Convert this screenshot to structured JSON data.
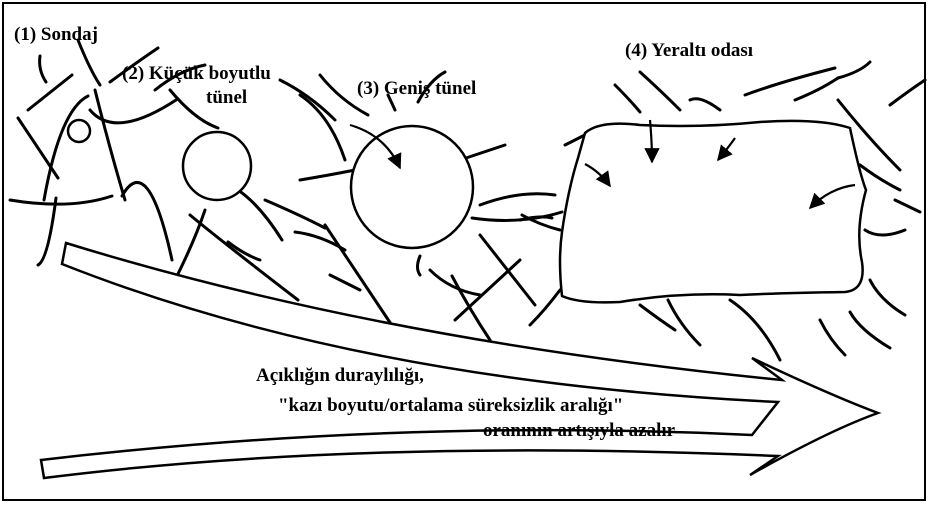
{
  "labels": {
    "borehole": "(1) Sondaj",
    "small_tunnel_line1": "(2) Küçük boyutlu",
    "small_tunnel_line2": "tünel",
    "wide_tunnel": "(3) Geniş tünel",
    "chamber": "(4) Yeraltı odası"
  },
  "caption": {
    "line1": "Açıklığın duraylılığı,",
    "line2": "\"kazı boyutu/ortalama süreksizlik aralığı\"",
    "line3": "oranının artışıyla azalır"
  },
  "colors": {
    "ink": "#000000",
    "background": "#ffffff"
  }
}
